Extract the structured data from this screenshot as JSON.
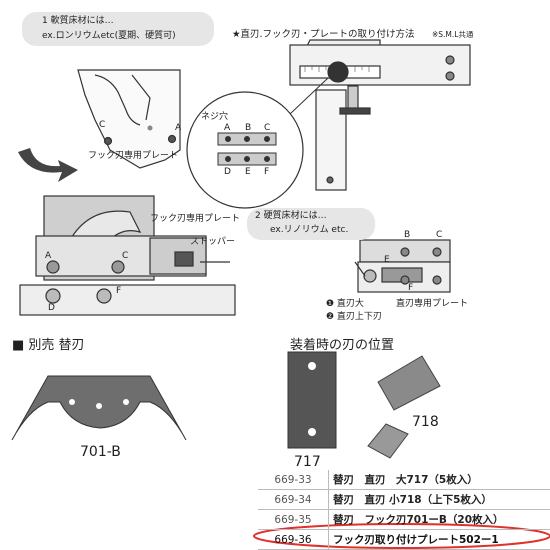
{
  "section1": {
    "heading": "1 軟質床材には…",
    "example": "ex.ロンリウムetc(夏期、硬質可)"
  },
  "mount_title": "★直刃.フック刃・プレートの取り付け方法",
  "mount_note": "※S.M.L共通",
  "screw_holes": "ネジ穴",
  "hole_labels_top": [
    "A",
    "B",
    "C"
  ],
  "hole_labels_bottom": [
    "D",
    "E",
    "F"
  ],
  "hook_plate_label_1": "フック刃専用プレート",
  "hook_plate_label_2": "フック刃専用プレート",
  "stopper": "ストッパー",
  "tool_letters": {
    "a": "A",
    "c": "C",
    "d": "D",
    "f": "F"
  },
  "plate_letters": {
    "c": "C",
    "a": "A"
  },
  "section2": {
    "heading": "2 硬質床材には…",
    "example": "ex.リノリウム etc."
  },
  "s2_letters": {
    "b": "B",
    "c": "C",
    "e": "E",
    "f": "F"
  },
  "s2_legend": [
    "❶ 直刃大",
    "❷ 直刃上下刃"
  ],
  "s2_plate": "直刃専用プレート",
  "sold_separately": "■ 別売 替刃",
  "blade_code": "701-B",
  "position_title": "装着時の刃の位置",
  "blade_717": "717",
  "blade_718": "718",
  "table": [
    {
      "code": "669-33",
      "desc": "替刃　直刃　大717（5枚入）"
    },
    {
      "code": "669-34",
      "desc": "替刃　直刃 小718（上下5枚入）"
    },
    {
      "code": "669-35",
      "desc": "替刃　フック刃701ーB（20枚入）"
    },
    {
      "code": "669-36",
      "desc": "フック刃取り付けプレート502ー1"
    }
  ],
  "colors": {
    "highlight": "#e0302a",
    "bubble": "#e6e6e6"
  }
}
